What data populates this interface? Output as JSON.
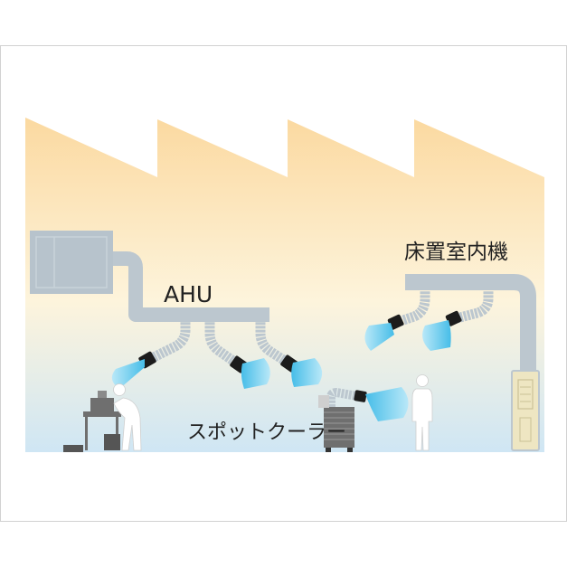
{
  "labels": {
    "ahu": "AHU",
    "floor_unit": "床置室内機",
    "spot_cooler": "スポットクーラー"
  },
  "colors": {
    "wall_top": "#fbd9a0",
    "wall_mid": "#fdf4dc",
    "wall_bottom": "#cfe6f4",
    "duct": "#bcc7cf",
    "duct_dark": "#a9b4bc",
    "airflow": "#46bde8",
    "nozzle": "#1c1c1c",
    "person": "#ffffff",
    "machine": "#6f6f6f",
    "floor_unit_body": "#eee6c2"
  }
}
